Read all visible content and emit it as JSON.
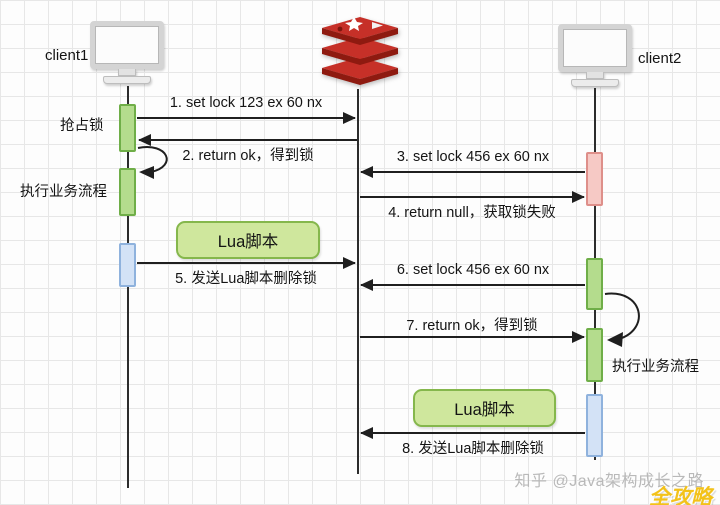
{
  "participants": {
    "client1": {
      "label": "client1"
    },
    "redis": {
      "label": "redis"
    },
    "client2": {
      "label": "client2"
    }
  },
  "messages": [
    {
      "text": "1. set lock 123 ex 60 nx",
      "from": "client1",
      "to": "redis"
    },
    {
      "text": "2. return ok，得到锁",
      "from": "redis",
      "to": "client1"
    },
    {
      "text": "3. set lock 456 ex 60 nx",
      "from": "client2",
      "to": "redis"
    },
    {
      "text": "4. return null，获取锁失败",
      "from": "redis",
      "to": "client2"
    },
    {
      "text": "5. 发送Lua脚本删除锁",
      "from": "client1",
      "to": "redis"
    },
    {
      "text": "6. set lock 456 ex 60 nx",
      "from": "client2",
      "to": "redis"
    },
    {
      "text": "7. return ok，得到锁",
      "from": "redis",
      "to": "client2"
    },
    {
      "text": "8. 发送Lua脚本删除锁",
      "from": "client2",
      "to": "redis"
    }
  ],
  "annotations": {
    "grab_lock": "抢占锁",
    "exec_flow_left": "执行业务流程",
    "exec_flow_right": "执行业务流程",
    "lua_script_1": "Lua脚本",
    "lua_script_2": "Lua脚本"
  },
  "watermark": {
    "credit": "知乎 @Java架构成长之路",
    "badge": "全攻略"
  },
  "colors": {
    "activation_green": "#b4dc8d",
    "activation_blue": "#d3e2f6",
    "activation_pink": "#f6c9c5",
    "lua_fill": "#cfe79d",
    "lua_border": "#85b74c",
    "redis_red": "#c63028",
    "redis_dark_red": "#8e1a10",
    "badge_gold": "#f3c21a"
  }
}
